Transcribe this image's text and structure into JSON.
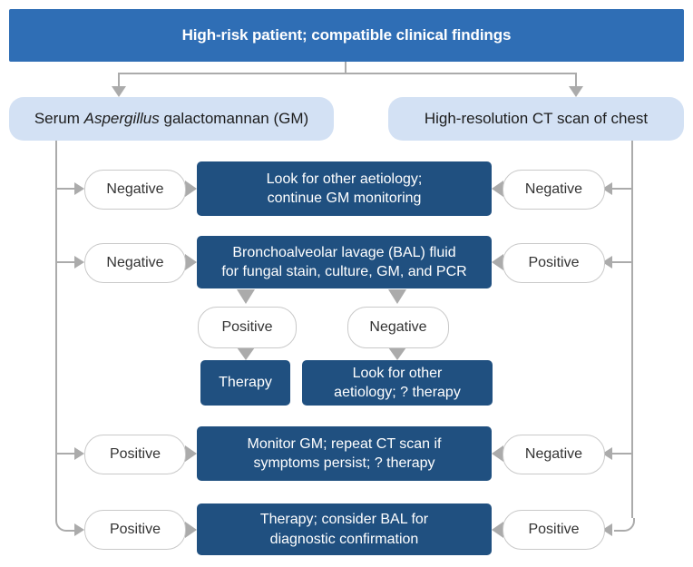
{
  "header": {
    "title": "High-risk patient; compatible clinical findings"
  },
  "tests": {
    "serum": {
      "prefix": "Serum ",
      "italic": "Aspergillus",
      "suffix": " galactomannan (GM)"
    },
    "ct": {
      "label": "High-resolution CT scan of chest"
    }
  },
  "rows": [
    {
      "left": "Negative",
      "line1": "Look for other aetiology;",
      "line2": "continue GM monitoring",
      "right": "Negative"
    },
    {
      "left": "Negative",
      "line1": "Bronchoalveolar lavage (BAL) fluid",
      "line2": "for fungal stain, culture, GM, and PCR",
      "right": "Positive"
    },
    {
      "left": "Positive",
      "line1": "Monitor GM; repeat CT scan if",
      "line2": "symptoms persist; ? therapy",
      "right": "Negative"
    },
    {
      "left": "Positive",
      "line1": "Therapy; consider BAL for",
      "line2": "diagnostic confirmation",
      "right": "Positive"
    }
  ],
  "bal_outcomes": {
    "positive": "Positive",
    "negative": "Negative",
    "therapy": "Therapy",
    "other_line1": "Look for other",
    "other_line2": "aetiology; ? therapy"
  },
  "colors": {
    "header-blue": "#2f6eb5",
    "navy": "#205080",
    "light-blue": "#d3e1f4",
    "line-gray": "#ababab",
    "oval-border": "#c9c9c9"
  }
}
